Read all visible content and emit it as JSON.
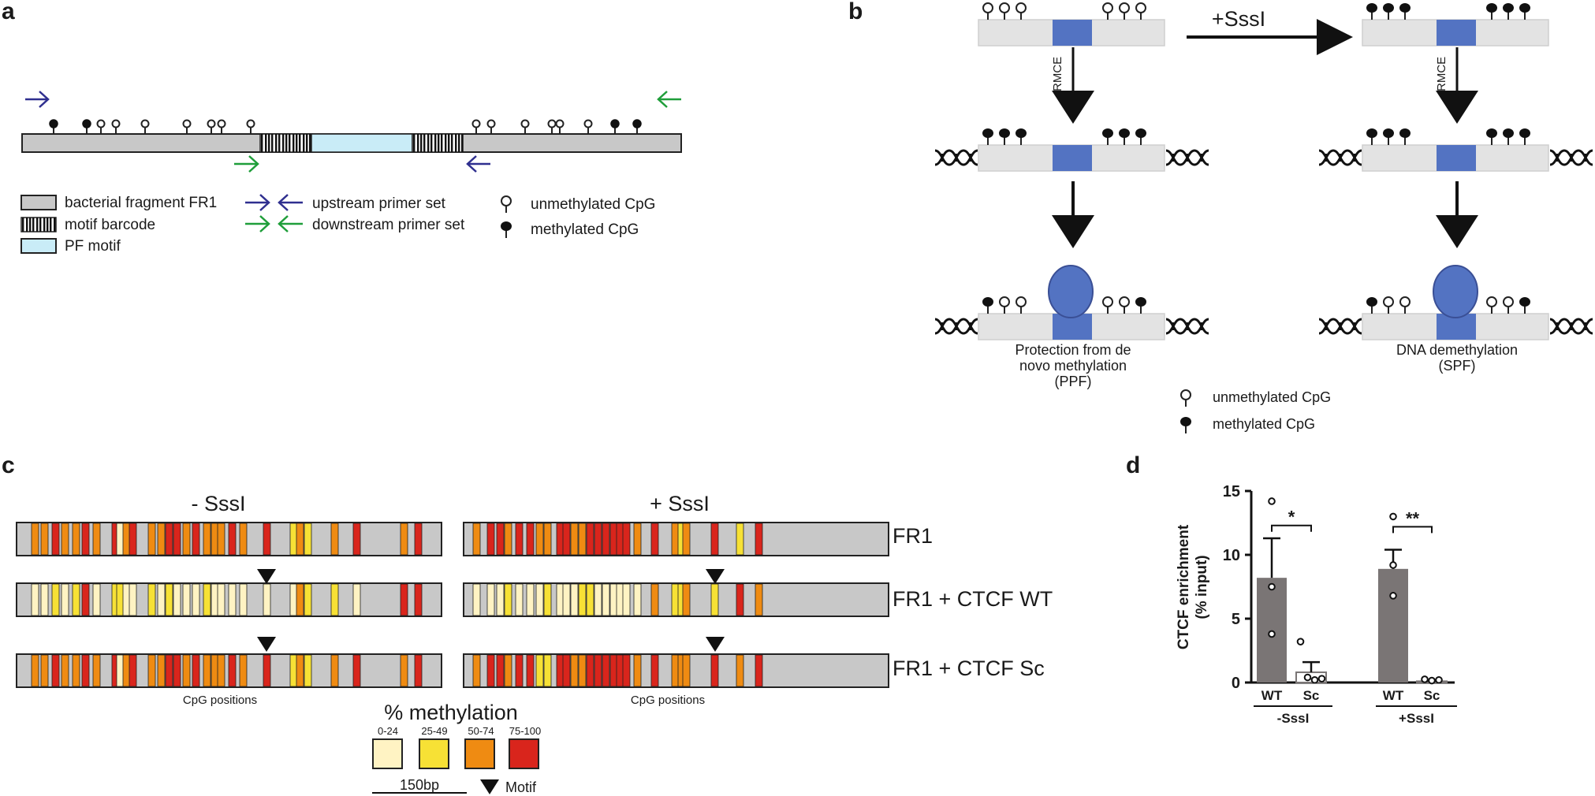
{
  "panels": {
    "a": "a",
    "b": "b",
    "c": "c",
    "d": "d"
  },
  "colors": {
    "fragment": "#c8c8c8",
    "pf_motif": "#c9ecf7",
    "ctcf_site": "#5373c2",
    "upstream_primer": "#2f2f8f",
    "downstream_primer": "#1f9e3a",
    "meth_0_24": "#fff3c3",
    "meth_25_49": "#f7e135",
    "meth_50_74": "#ef8b12",
    "meth_75_100": "#d9251c",
    "bar_fill": "#7a7575"
  },
  "panel_a": {
    "legend": {
      "fragment": "bacterial fragment FR1",
      "barcode": "motif barcode",
      "pf_motif": "PF motif",
      "upstream": "upstream primer set",
      "downstream": "downstream primer set",
      "unmethylated": "unmethylated CpG",
      "methylated": "methylated CpG"
    }
  },
  "panel_b": {
    "sssi_label": "+SssI",
    "rmce_label": "RMCE",
    "ppf_caption": [
      "Protection from de",
      "novo methylation",
      "(PPF)"
    ],
    "spf_caption": [
      "DNA demethylation",
      "(SPF)"
    ],
    "legend_unmethylated": "unmethylated CpG",
    "legend_methylated": "methylated CpG"
  },
  "panel_c": {
    "col_minus": "- SssI",
    "col_plus": "+ SssI",
    "row_labels": [
      "FR1",
      "FR1 + CTCF WT",
      "FR1 + CTCF Sc"
    ],
    "cpg_caption": "CpG positions",
    "legend_title": "% methylation",
    "legend_bins": [
      "0-24",
      "25-49",
      "50-74",
      "75-100"
    ],
    "scale_label": "150bp",
    "motif_label": "Motif",
    "heatmaps": {
      "minus": [
        [
          2,
          2,
          3,
          2,
          2,
          3,
          2,
          3,
          0,
          2,
          3,
          2,
          2,
          3,
          3,
          2,
          3,
          2,
          2,
          2,
          3,
          2,
          3,
          1,
          2,
          1,
          2,
          3,
          2,
          3
        ],
        [
          0,
          0,
          1,
          0,
          1,
          3,
          0,
          1,
          1,
          0,
          0,
          1,
          0,
          1,
          0,
          0,
          0,
          1,
          0,
          0,
          0,
          0,
          0,
          0,
          2,
          1,
          1,
          0,
          3,
          3
        ],
        [
          2,
          2,
          3,
          2,
          2,
          3,
          2,
          3,
          0,
          2,
          3,
          2,
          2,
          3,
          3,
          2,
          3,
          2,
          2,
          2,
          3,
          2,
          3,
          1,
          2,
          1,
          2,
          3,
          2,
          3
        ]
      ],
      "plus": [
        [
          2,
          3,
          3,
          2,
          3,
          3,
          2,
          2,
          3,
          3,
          2,
          2,
          3,
          3,
          3,
          3,
          3,
          3,
          2,
          3,
          2,
          1,
          2,
          3,
          1,
          3
        ],
        [
          0,
          0,
          0,
          1,
          0,
          0,
          0,
          1,
          0,
          0,
          0,
          1,
          1,
          0,
          0,
          0,
          0,
          0,
          0,
          2,
          1,
          1,
          2,
          1,
          3,
          2
        ],
        [
          2,
          3,
          3,
          2,
          3,
          3,
          1,
          1,
          3,
          3,
          2,
          2,
          3,
          3,
          3,
          3,
          3,
          3,
          2,
          3,
          2,
          2,
          2,
          3,
          2,
          3
        ]
      ]
    }
  },
  "chart_data": {
    "type": "bar",
    "ylabel": "CTCF enrichment (% input)",
    "ylim": [
      0,
      15
    ],
    "yticks": [
      0,
      5,
      10,
      15
    ],
    "categories": [
      "WT",
      "Sc",
      "WT",
      "Sc"
    ],
    "groups": [
      "-SssI",
      "+SssI"
    ],
    "values": [
      8.2,
      0.8,
      8.9,
      0.1
    ],
    "errors": [
      3.1,
      0.8,
      1.5,
      0.05
    ],
    "points": [
      [
        14.2,
        7.5,
        3.8
      ],
      [
        3.2,
        0.4,
        0.2,
        0.3
      ],
      [
        13.0,
        9.2,
        6.8
      ],
      [
        0.25,
        0.15,
        0.2
      ]
    ],
    "significance": [
      {
        "between": [
          0,
          1
        ],
        "label": "*"
      },
      {
        "between": [
          2,
          3
        ],
        "label": "**"
      }
    ]
  }
}
